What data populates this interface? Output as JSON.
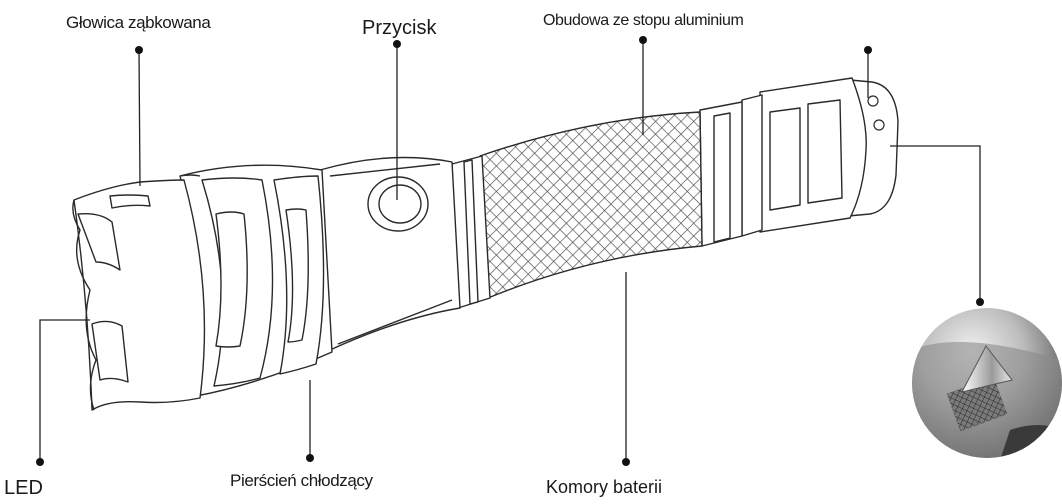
{
  "diagram": {
    "labels": {
      "head": "Głowica ząbkowana",
      "button": "Przycisk",
      "body": "Obudowa ze stopu aluminium",
      "cooling_ring": "Pierścień chłodzący",
      "battery": "Komory baterii",
      "led": "LED"
    },
    "colors": {
      "outline": "#2a2a2a",
      "fill": "#ffffff",
      "leader": "#222222"
    },
    "icons": [
      "flashlight-icon",
      "strike-bezel-closeup-icon"
    ]
  }
}
